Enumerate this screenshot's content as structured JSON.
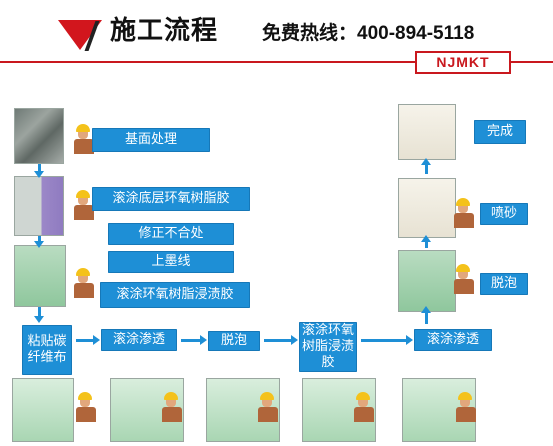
{
  "header": {
    "title": "施工流程",
    "phone": "免费热线：400-894-5118",
    "logo": "NJMKT"
  },
  "steps": {
    "s1": "基面处理",
    "s2": "滚涂底层环氧树脂胶",
    "s3": "修正不合处",
    "s4": "上墨线",
    "s5": "滚涂环氧树脂浸渍胶",
    "s6": "粘贴碳纤维布",
    "s7": "滚涂渗透",
    "s8": "脱泡",
    "s9": "滚涂环氧树脂浸渍胶",
    "s10": "滚涂渗透",
    "s11": "脱泡",
    "s12": "喷砂",
    "s13": "完成"
  },
  "colors": {
    "accent": "#1e8fd6",
    "brand_red": "#c9181e"
  }
}
